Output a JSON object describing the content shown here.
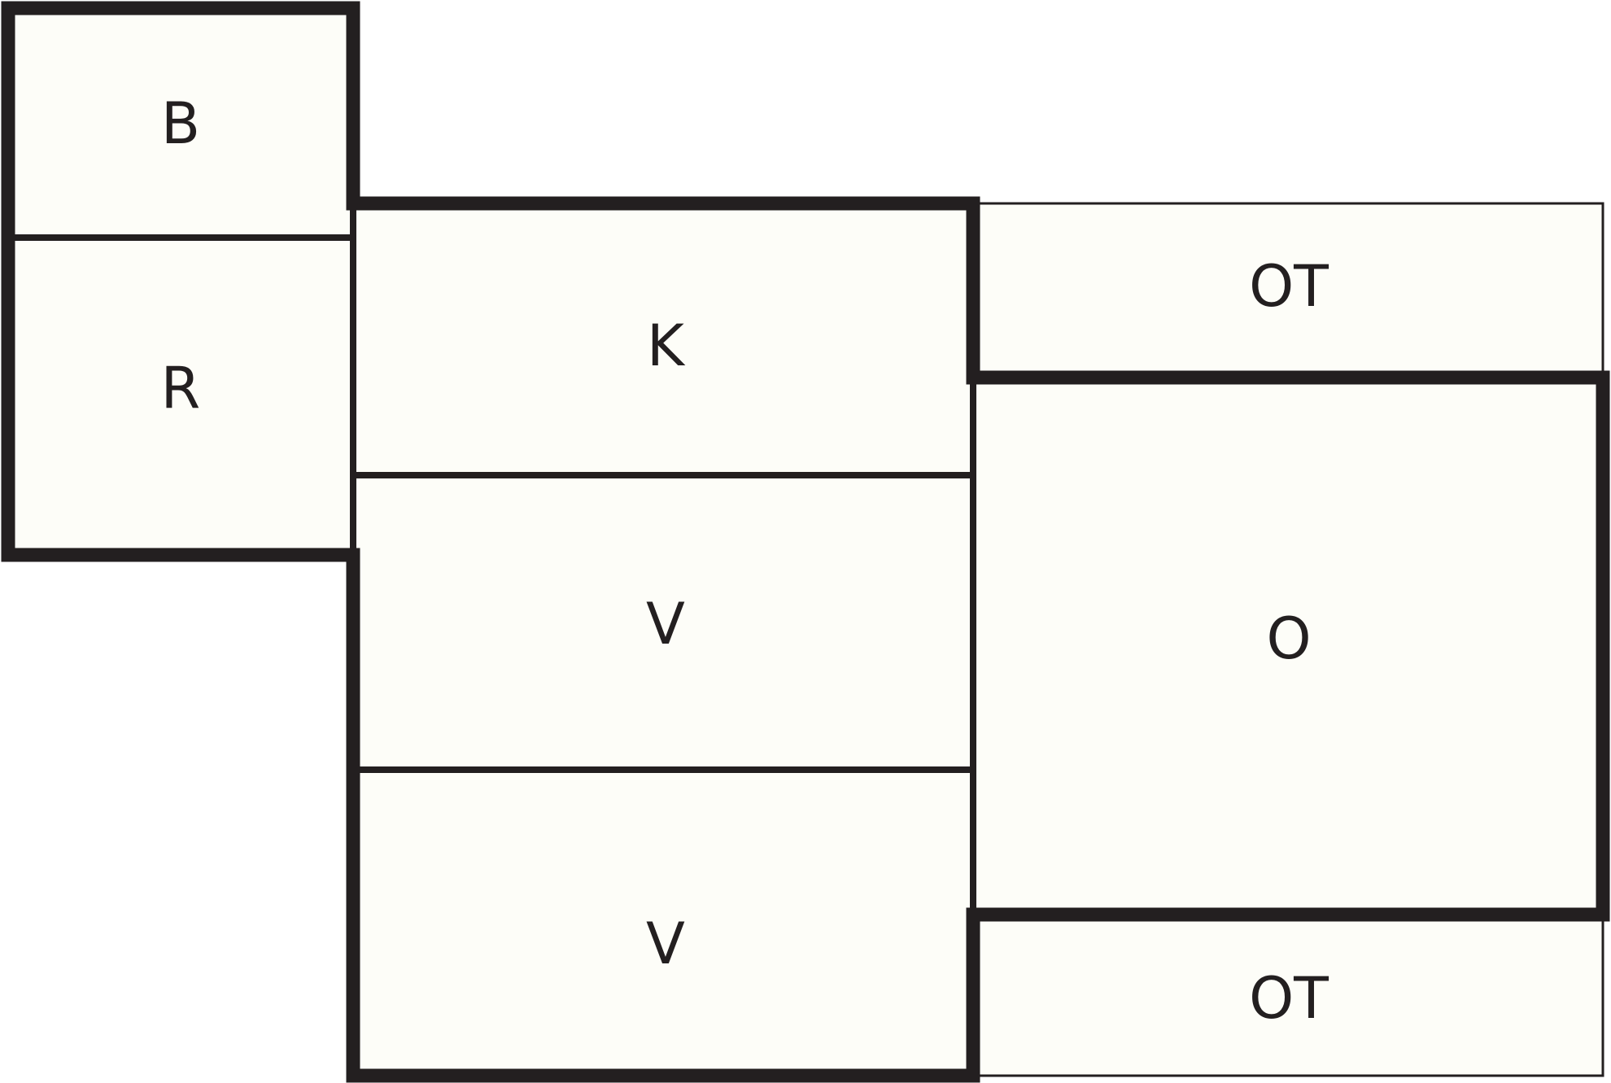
{
  "diagram": {
    "cells": {
      "b": "B",
      "r": "R",
      "k": "K",
      "v_upper": "V",
      "v_lower": "V",
      "ot_top": "OT",
      "o": "O",
      "ot_bottom": "OT"
    },
    "colors": {
      "stroke": "#231f20",
      "cell_fill": "#fdfdf8",
      "background": "#ffffff"
    }
  }
}
